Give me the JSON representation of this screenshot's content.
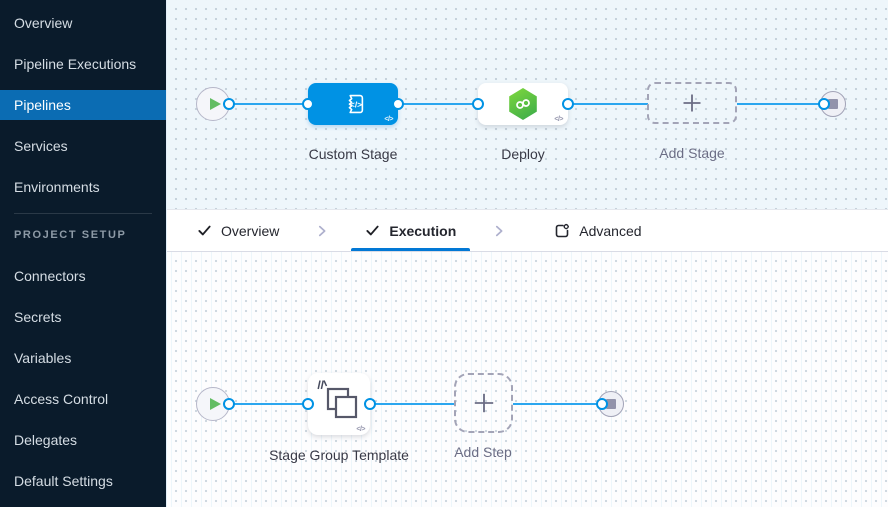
{
  "sidebar": {
    "items": [
      {
        "label": "Overview",
        "active": false
      },
      {
        "label": "Pipeline Executions",
        "active": false
      },
      {
        "label": "Pipelines",
        "active": true
      },
      {
        "label": "Services",
        "active": false
      },
      {
        "label": "Environments",
        "active": false
      }
    ],
    "section_label": "PROJECT SETUP",
    "setup_items": [
      {
        "label": "Connectors"
      },
      {
        "label": "Secrets"
      },
      {
        "label": "Variables"
      },
      {
        "label": "Access Control"
      },
      {
        "label": "Delegates"
      },
      {
        "label": "Default Settings"
      }
    ]
  },
  "tabs": [
    {
      "label": "Overview",
      "state": "completed"
    },
    {
      "label": "Execution",
      "state": "active"
    },
    {
      "label": "Advanced",
      "state": "default"
    }
  ],
  "stage_pipeline": {
    "nodes": [
      {
        "type": "start",
        "icon": "play-icon"
      },
      {
        "type": "stage",
        "label": "Custom Stage",
        "icon": "custom-stage-icon",
        "template_glyph": "</>"
      },
      {
        "type": "stage",
        "label": "Deploy",
        "icon": "cd-hexagon-icon",
        "template_glyph": "</>"
      },
      {
        "type": "add-stage",
        "label": "Add Stage",
        "icon": "plus-icon"
      },
      {
        "type": "end",
        "icon": "stop-icon"
      }
    ]
  },
  "execution_pipeline": {
    "nodes": [
      {
        "type": "start",
        "icon": "play-icon"
      },
      {
        "type": "step",
        "label": "Stage Group Template",
        "icon": "stage-group-icon",
        "template_glyph": "</>"
      },
      {
        "type": "add-step",
        "label": "Add Step",
        "icon": "plus-icon"
      },
      {
        "type": "end",
        "icon": "stop-icon"
      }
    ]
  },
  "colors": {
    "sidebar_bg": "#0a1b2b",
    "sidebar_active_bg": "#0b6cb3",
    "edge_blue": "#0092e4",
    "node_blue": "#0092e4",
    "tab_underline": "#0278d5",
    "deploy_green": "#42ab49",
    "play_green": "#63bd64",
    "canvas_top_bg": "#eef6fb",
    "canvas_bottom_bg": "#fdfdfe"
  }
}
